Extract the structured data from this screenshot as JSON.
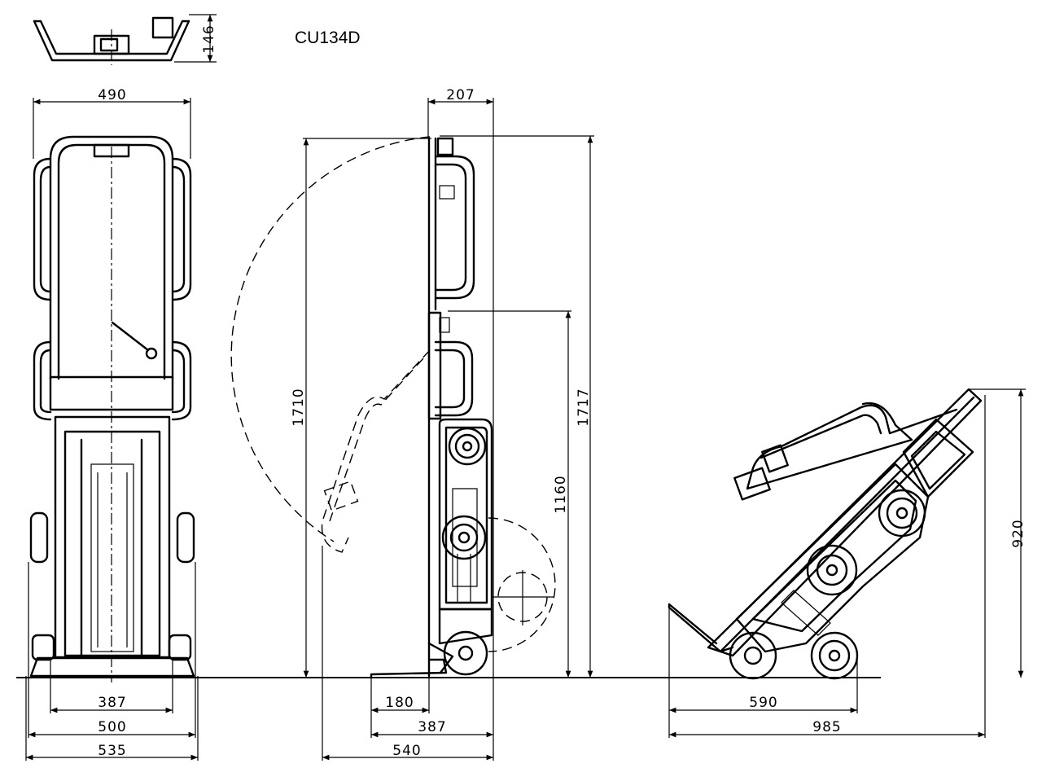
{
  "title": "CU134D",
  "dimensions": {
    "top_view_depth": "146",
    "front_width_top": "490",
    "front_387": "387",
    "front_500": "500",
    "front_535": "535",
    "side_depth_top": "207",
    "side_height_1710": "1710",
    "side_height_1717": "1717",
    "side_height_1160": "1160",
    "side_180": "180",
    "side_387": "387",
    "side_540": "540",
    "tilted_height": "920",
    "tilted_590": "590",
    "tilted_985": "985"
  }
}
